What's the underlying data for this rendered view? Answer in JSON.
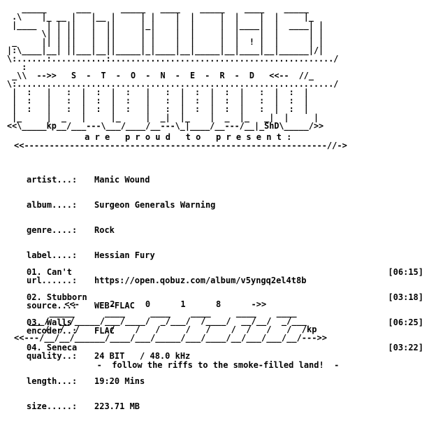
{
  "header_art": "   _____      ___      _____   ____    _____    ____    _____   \n .\\    |_ __ |   |__ |     | |    |  |     |  |    |  |     |_ \n |____  | | ||   |  ||     |_|    |  |     |  |____|  |  ____| |\n       \\| | ||   |  ||     | |    |  |     |  |    |  |      | |\n _     || | ||   |  ||     | |    |  |     |  |  ! |  |      | |\n|:\\____|__| ||___|__||_____|_|____|__|_____|__|____|__|______|/|\n\\:......:...........:............................................./\n   :                                                        \n _\\\\  -->>   S  -  T  -  O  -  N  -  E  -  R  -  D   <<--  //_\n\\:................................................................/\n |  :   |   :  |  :  |  :   |   :  |  :  |  :  |   :  |  :  |  \n |  :   |   :  |  :  |  :   |   :  |  :  |  :  |   :  |  :  |  \n |  :   |   :  |  :  |  :   |   :  |  :  |  :  |   :  |  :  |  \n |_     |  _   |     |_     |  _|  |_    |  _  |_   _|  |     |  \n<<\\_____kp__/___---\\___/____/__---\\_|____/__---/__|_ShD\\_____/>>",
  "subtitle": "a r e   p r o u d   t o   p r e s e n t :",
  "divider": "<<------------------------------------------------------------//->",
  "info": [
    {
      "label": "artist...:",
      "value": "Manic Wound"
    },
    {
      "label": "album....:",
      "value": "Surgeon Generals Warning"
    },
    {
      "label": "genre....:",
      "value": "Rock"
    },
    {
      "label": "label....:",
      "value": "Hessian Fury"
    },
    {
      "label": "url......:",
      "value": "https://open.qobuz.com/album/v5yngq2el4t8b"
    },
    {
      "label": "source...:",
      "value": "WEB-FLAC"
    },
    {
      "label": "encoder..:",
      "value": "FLAC"
    },
    {
      "label": "quality..:",
      "value": "24 BIT   / 48.0 kHz"
    },
    {
      "label": "length...:",
      "value": "19:20 Mins"
    },
    {
      "label": "size.....:",
      "value": "223.71 MB"
    }
  ],
  "tracks": [
    {
      "title": "01. Can't",
      "duration": "[06:15]"
    },
    {
      "title": "02. Stubborn",
      "duration": "[03:18]"
    },
    {
      "title": "03. Walls",
      "duration": "[06:25]"
    },
    {
      "title": "04. Seneca",
      "duration": "[03:22]"
    }
  ],
  "year_art": "          <<-      2      0      1      8      ->>\n       _____      ____     ____    ____     ____    ____\n   ___/  __/_____/___/____/  _/___/  /____/  __/__/  _/___\n      /  /  /      /    /   /     /   /    /  /   /   /  /kp\n<<---/__/__/______/____/___/_____/___/____/__/___/___/__/--->>",
  "footer": "-  follow the riffs to the smoke-filled land!  -"
}
